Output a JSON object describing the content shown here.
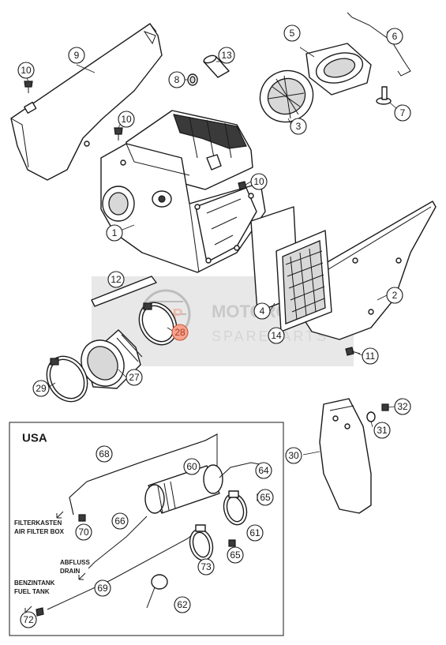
{
  "diagram": {
    "title": "",
    "inset_title": "USA",
    "accent_color": "#d0553a",
    "watermark": {
      "line1": "MOTORCYCLE",
      "line2": "SPAREPARTS",
      "logo_text": "MSP",
      "color": "#b8b8b8"
    },
    "callouts": [
      {
        "id": "c1",
        "label": "1"
      },
      {
        "id": "c2",
        "label": "2"
      },
      {
        "id": "c3",
        "label": "3"
      },
      {
        "id": "c4",
        "label": "4"
      },
      {
        "id": "c5",
        "label": "5"
      },
      {
        "id": "c6",
        "label": "6"
      },
      {
        "id": "c7",
        "label": "7"
      },
      {
        "id": "c8",
        "label": "8"
      },
      {
        "id": "c9",
        "label": "9"
      },
      {
        "id": "c10a",
        "label": "10"
      },
      {
        "id": "c10b",
        "label": "10"
      },
      {
        "id": "c10c",
        "label": "10"
      },
      {
        "id": "c11",
        "label": "11"
      },
      {
        "id": "c12",
        "label": "12"
      },
      {
        "id": "c13",
        "label": "13"
      },
      {
        "id": "c14",
        "label": "14"
      },
      {
        "id": "c27",
        "label": "27"
      },
      {
        "id": "c28",
        "label": "28"
      },
      {
        "id": "c29",
        "label": "29"
      },
      {
        "id": "c30",
        "label": "30"
      },
      {
        "id": "c31",
        "label": "31"
      },
      {
        "id": "c32",
        "label": "32"
      },
      {
        "id": "c60",
        "label": "60"
      },
      {
        "id": "c61",
        "label": "61"
      },
      {
        "id": "c62",
        "label": "62"
      },
      {
        "id": "c64",
        "label": "64"
      },
      {
        "id": "c65a",
        "label": "65"
      },
      {
        "id": "c65b",
        "label": "65"
      },
      {
        "id": "c66",
        "label": "66"
      },
      {
        "id": "c68",
        "label": "68"
      },
      {
        "id": "c69",
        "label": "69"
      },
      {
        "id": "c70",
        "label": "70"
      },
      {
        "id": "c72",
        "label": "72"
      },
      {
        "id": "c73",
        "label": "73"
      }
    ],
    "inset_labels": {
      "filterkasten_de": "FILTERKASTEN",
      "filterkasten_en": "AIR FILTER BOX",
      "abfluss_de": "ABFLUSS",
      "abfluss_en": "DRAIN",
      "benzintank_de": "BENZINTANK",
      "benzintank_en": "FUEL TANK"
    }
  }
}
